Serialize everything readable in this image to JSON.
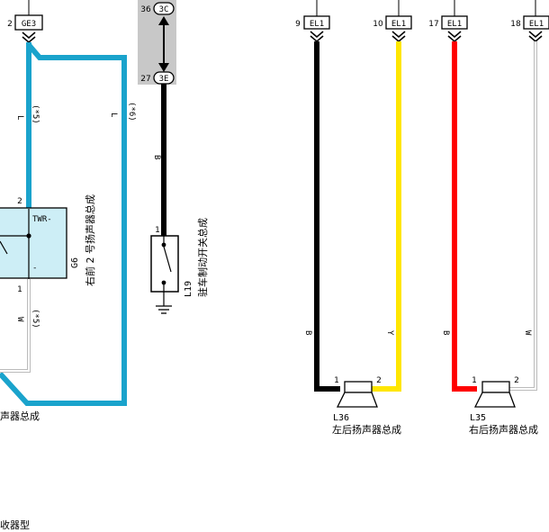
{
  "colors": {
    "wire_L": "#1aa3cc",
    "wire_B": "#000000",
    "wire_Y": "#ffe600",
    "wire_R": "#ff0000",
    "wire_W": "#bbbbbb",
    "module_fill": "#cdeef6",
    "shaded_area": "#c8c8c8"
  },
  "connectors": {
    "ge3": {
      "pin": "2",
      "name": "GE3"
    },
    "el1_9": {
      "pin": "9",
      "name": "EL1"
    },
    "el1_10": {
      "pin": "10",
      "name": "EL1"
    },
    "el1_17": {
      "pin": "17",
      "name": "EL1"
    },
    "el1_18": {
      "pin": "18",
      "name": "EL1"
    },
    "c3c": {
      "pin": "36",
      "name": "3C"
    },
    "c3e": {
      "pin": "27",
      "name": "3E"
    }
  },
  "wires": {
    "left_L1": "L",
    "left_L1_note": "(*5)",
    "left_L2": "L",
    "left_L2_note": "(*6)",
    "left_W": "W",
    "left_W_note": "(*5)",
    "mid_B": "B",
    "b_L36": "B",
    "y_L36": "Y",
    "r_L35": "B",
    "w_L35": "W"
  },
  "g6": {
    "pin_top": "2",
    "pin_bottom": "1",
    "terminal_top": "TWR-",
    "terminal_bottom": "-",
    "id": "G6",
    "name": "右前 2 号扬声器总成"
  },
  "l19": {
    "pin": "1",
    "id": "L19",
    "name": "驻车制动开关总成"
  },
  "l36": {
    "pin1": "1",
    "pin2": "2",
    "id": "L36",
    "name": "左后扬声器总成"
  },
  "l35": {
    "pin1": "1",
    "pin2": "2",
    "id": "L35",
    "name": "右后扬声器总成"
  },
  "fragments": {
    "left_speaker": "声器总成",
    "receiver": "收器型"
  }
}
